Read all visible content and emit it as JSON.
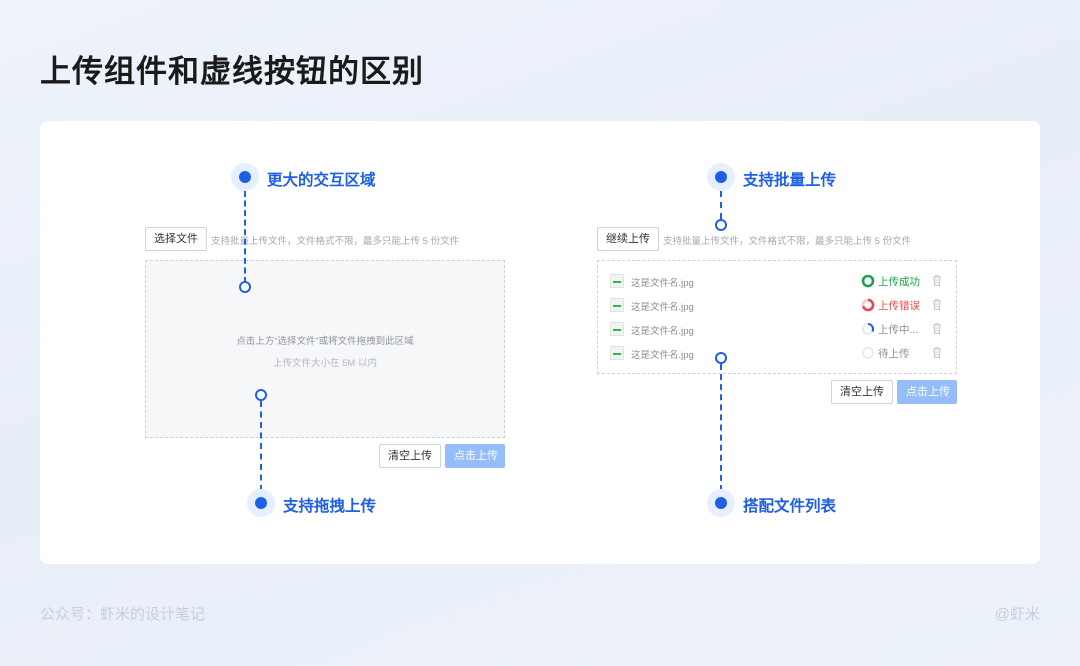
{
  "page": {
    "title": "上传组件和虚线按钮的区别",
    "footer_left": "公众号：虾米的设计笔记",
    "footer_right": "@虾米"
  },
  "left_panel": {
    "select_button": "选择文件",
    "hint": "支持批量上传文件，文件格式不限，最多只能上传 5 份文件",
    "dropzone_text": "点击上方“选择文件”或将文件拖拽到此区域",
    "dropzone_sub": "上传文件大小在 5M 以内",
    "clear_button": "清空上传",
    "upload_button": "点击上传",
    "callout_top": "更大的交互区域",
    "callout_bottom": "支持拖拽上传"
  },
  "right_panel": {
    "continue_button": "继续上传",
    "hint": "支持批量上传文件，文件格式不限，最多只能上传 5 份文件",
    "files": [
      {
        "name": "这是文件名.jpg",
        "status": "上传成功",
        "status_type": "success",
        "status_color": "#1aa34a"
      },
      {
        "name": "这是文件名.jpg",
        "status": "上传错误",
        "status_type": "error",
        "status_color": "#e5484d"
      },
      {
        "name": "这是文件名.jpg",
        "status": "上传中...",
        "status_type": "uploading",
        "status_color": "#8c9099"
      },
      {
        "name": "这是文件名.jpg",
        "status": "待上传",
        "status_type": "pending",
        "status_color": "#8c9099"
      }
    ],
    "clear_button": "清空上传",
    "upload_button": "点击上传",
    "callout_top": "支持批量上传",
    "callout_bottom": "搭配文件列表"
  },
  "colors": {
    "accent": "#1f5fe6",
    "primary_disabled": "#94bdf9",
    "success": "#1aa34a",
    "error": "#e5484d"
  },
  "icons": {
    "file": "file-image-icon",
    "success": "check-circle-icon",
    "error": "error-circle-icon",
    "uploading": "loading-circle-icon",
    "pending": "empty-circle-icon",
    "delete": "trash-icon"
  }
}
